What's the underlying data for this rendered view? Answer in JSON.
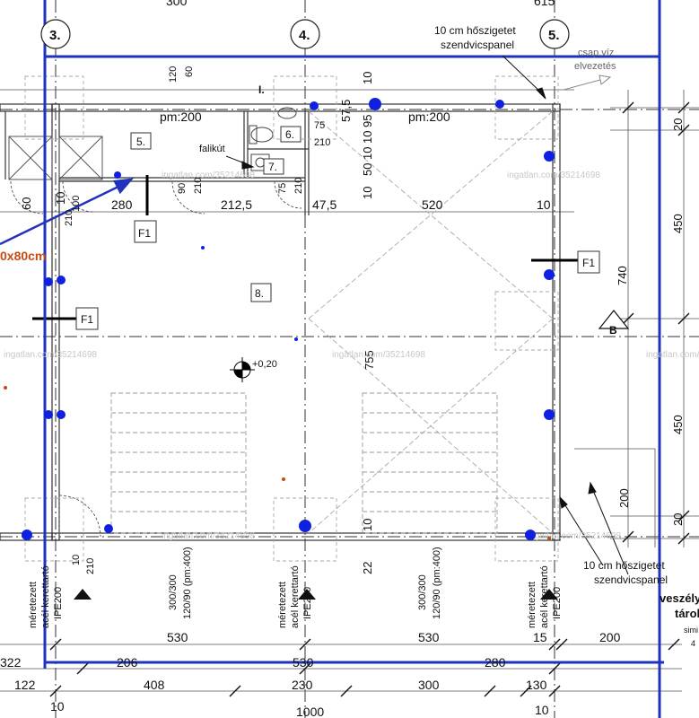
{
  "axes": {
    "a3": "3.",
    "a4": "4.",
    "a5": "5.",
    "top_left_dim": "300",
    "top_right_dim": "615"
  },
  "notes": {
    "panel_top_line1": "10 cm hőszigetet",
    "panel_top_line2": "szendvicspanel",
    "pipe_line1": "csap.víz",
    "pipe_line2": "elvezetés",
    "panel_bottom_line1": "10 cm hőszigetet",
    "panel_bottom_line2": "szendvicspanel",
    "hazard_line1": "veszély",
    "hazard_line2": "tárol",
    "hazard_line3": "simi",
    "hazard_line4": "4",
    "door_size": "0x80cm",
    "fal_kut": "falikút"
  },
  "floor": {
    "pm_left": "pm:200",
    "pm_right": "pm:200",
    "level": "+0,20",
    "stair_mark": "I."
  },
  "rooms": {
    "r5": "5.",
    "r6": "6.",
    "r7": "7.",
    "r8": "8."
  },
  "sections": {
    "f1_left": "F1",
    "f1_mid": "F1",
    "f1_right": "F1",
    "b": "B"
  },
  "beams": {
    "text1": "méretezett",
    "text2": "acél kerettartó",
    "text3": "IPE200"
  },
  "openings": {
    "o1_a": "300/300",
    "o1_b": "120/90 (pm:400)",
    "o2_a": "300/300",
    "o2_b": "120/90 (pm:400)"
  },
  "dims": {
    "d120": "120",
    "d60": "60",
    "d10_top": "10",
    "d75a": "75",
    "d57_5": "57,5",
    "d210a": "210",
    "d10b": "10",
    "d95": "95",
    "d10c": "10",
    "d50": "50",
    "d10d": "10",
    "d60_left": "60",
    "d10_left": "10",
    "d100": "100",
    "d210b": "210",
    "d280_room": "280",
    "d90": "90",
    "d210c": "210",
    "d212_5": "212,5",
    "d75b": "75",
    "d210d": "210",
    "d47_5": "47,5",
    "d520": "520",
    "d10_e": "10",
    "d20_top": "20",
    "d450_top": "450",
    "d740": "740",
    "d755": "755",
    "d450_bottom": "450",
    "d200_v": "200",
    "d20_bottom": "20",
    "d10_door": "10",
    "d210_door": "210",
    "d22": "22",
    "d10_f": "10",
    "row1_530a": "530",
    "row1_530b": "530",
    "row1_15": "15",
    "row1_200": "200",
    "row2_322": "322",
    "row2_206": "206",
    "row2_530": "530",
    "row2_280": "280",
    "row3_122": "122",
    "row3_408": "408",
    "row3_230": "230",
    "row3_300": "300",
    "row3_130": "130",
    "row4_10": "10",
    "row4_1000": "1000",
    "row4_10b": "10"
  },
  "watermark": {
    "text": "ingatlan.com/35214698"
  },
  "colors": {
    "blue_line": "#2233bb",
    "blue_dot": "#1020e0",
    "orange": "#c84a10",
    "wall": "#333333"
  }
}
